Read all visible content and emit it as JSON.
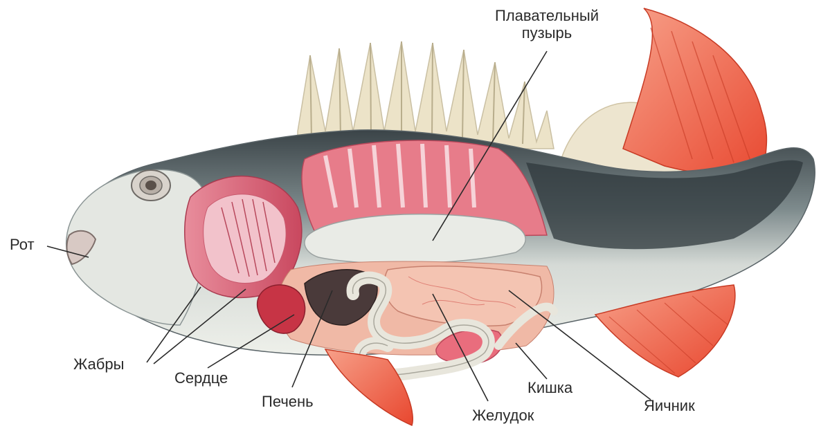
{
  "labels": {
    "rot": "Рот",
    "zhabry": "Жабры",
    "serdtse": "Сердце",
    "pechen": "Печень",
    "zheludok": "Желудок",
    "kishka": "Кишка",
    "yaichnik": "Яичник",
    "bladder_line1": "Плавательный",
    "bladder_line2": "пузырь"
  },
  "colors": {
    "fin_red": "#ee5a3c",
    "fin_pale": "#ece3c8",
    "back_dark": "#3b4448",
    "belly_light": "#e9ebe6",
    "gill_pink": "#e0677a",
    "heart_red": "#c73445",
    "liver_brown": "#4a3a3a",
    "intestine_white": "#e8e6dc",
    "stomach_pink": "#f0b9a6",
    "leader_line": "#2a2a2a"
  }
}
